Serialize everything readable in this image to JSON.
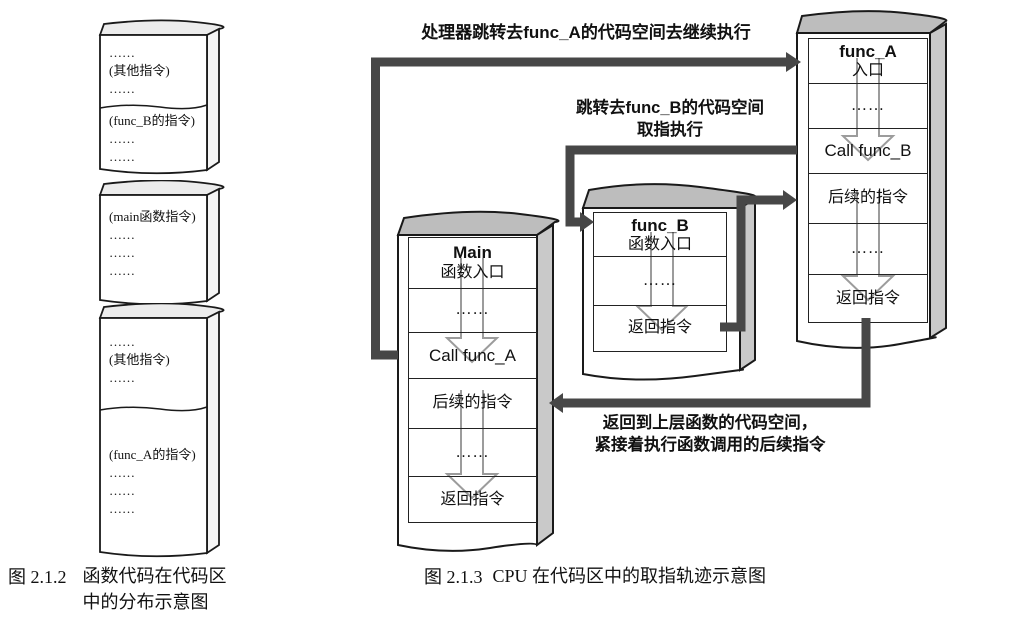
{
  "colors": {
    "flow_line": "#474747",
    "hollow_arrow": "#9c9c9c",
    "box_border": "#222222",
    "slab_edge_right": "#c9c9c9",
    "slab_flap": "#bdbdbd"
  },
  "fig_left": {
    "caption": {
      "label": "图 2.1.2",
      "line1": "函数代码在代码区",
      "line2": "中的分布示意图"
    },
    "blocks": [
      {
        "section1": [
          "……",
          "(其他指令)",
          "……"
        ],
        "section2": [
          "(func_B的指令)",
          "……",
          "……"
        ]
      },
      {
        "section1": [
          "(main函数指令)",
          "……",
          "……",
          "……"
        ]
      },
      {
        "section1": [
          "……",
          "(其他指令)",
          "……"
        ],
        "section2": [
          "(func_A的指令)",
          "……",
          "……",
          "……"
        ]
      }
    ]
  },
  "fig_right": {
    "caption": {
      "label": "图 2.1.3",
      "text": "CPU  在代码区中的取指轨迹示意图"
    },
    "annotations": {
      "jump_a": {
        "pre": "处理器跳转去",
        "func": "func_A",
        "post": "的代码空间去继续执行"
      },
      "jump_b": {
        "pre": "跳转去",
        "func": "func_B",
        "post": "的代码空间",
        "line2": "取指执行"
      },
      "ret": {
        "line1": "返回到上层函数的代码空间，",
        "line2": "紧接着执行函数调用的后续指令"
      }
    },
    "boxes": {
      "main": {
        "title": "Main",
        "subtitle": "函数入口",
        "rows": [
          "……",
          "Call func_A",
          "后续的指令",
          "……",
          "返回指令"
        ]
      },
      "func_b": {
        "title": "func_B",
        "subtitle": "函数入口",
        "rows": [
          "……",
          "返回指令"
        ]
      },
      "func_a": {
        "title": "func_A",
        "subtitle": "入口",
        "rows": [
          "……",
          "Call func_B",
          "后续的指令",
          "……",
          "返回指令"
        ]
      }
    }
  }
}
